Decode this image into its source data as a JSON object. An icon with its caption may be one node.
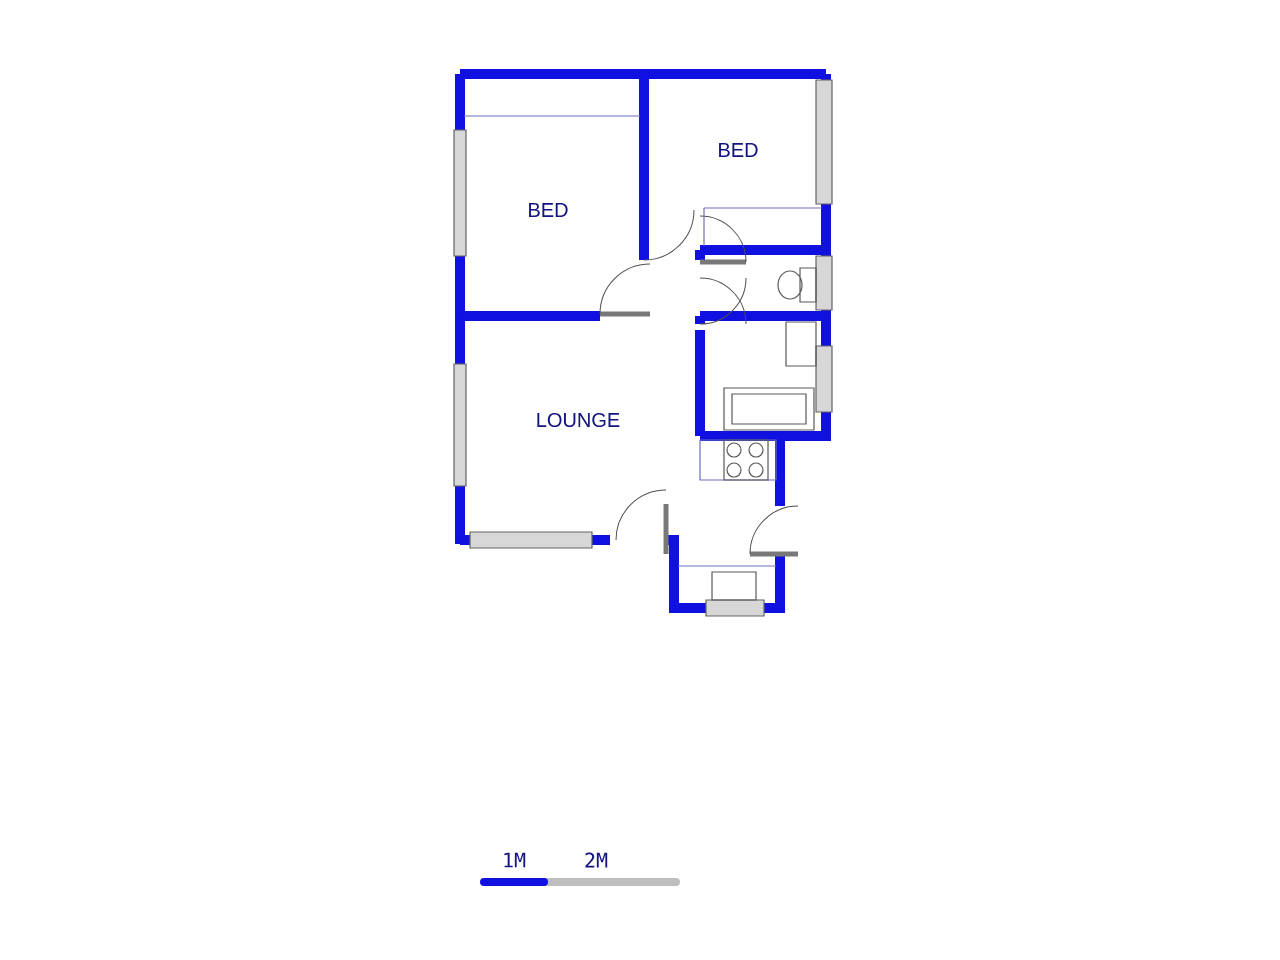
{
  "diagram": {
    "labels": [
      "BED",
      "BED",
      "LOUNGE",
      "1M",
      "2M"
    ]
  }
}
